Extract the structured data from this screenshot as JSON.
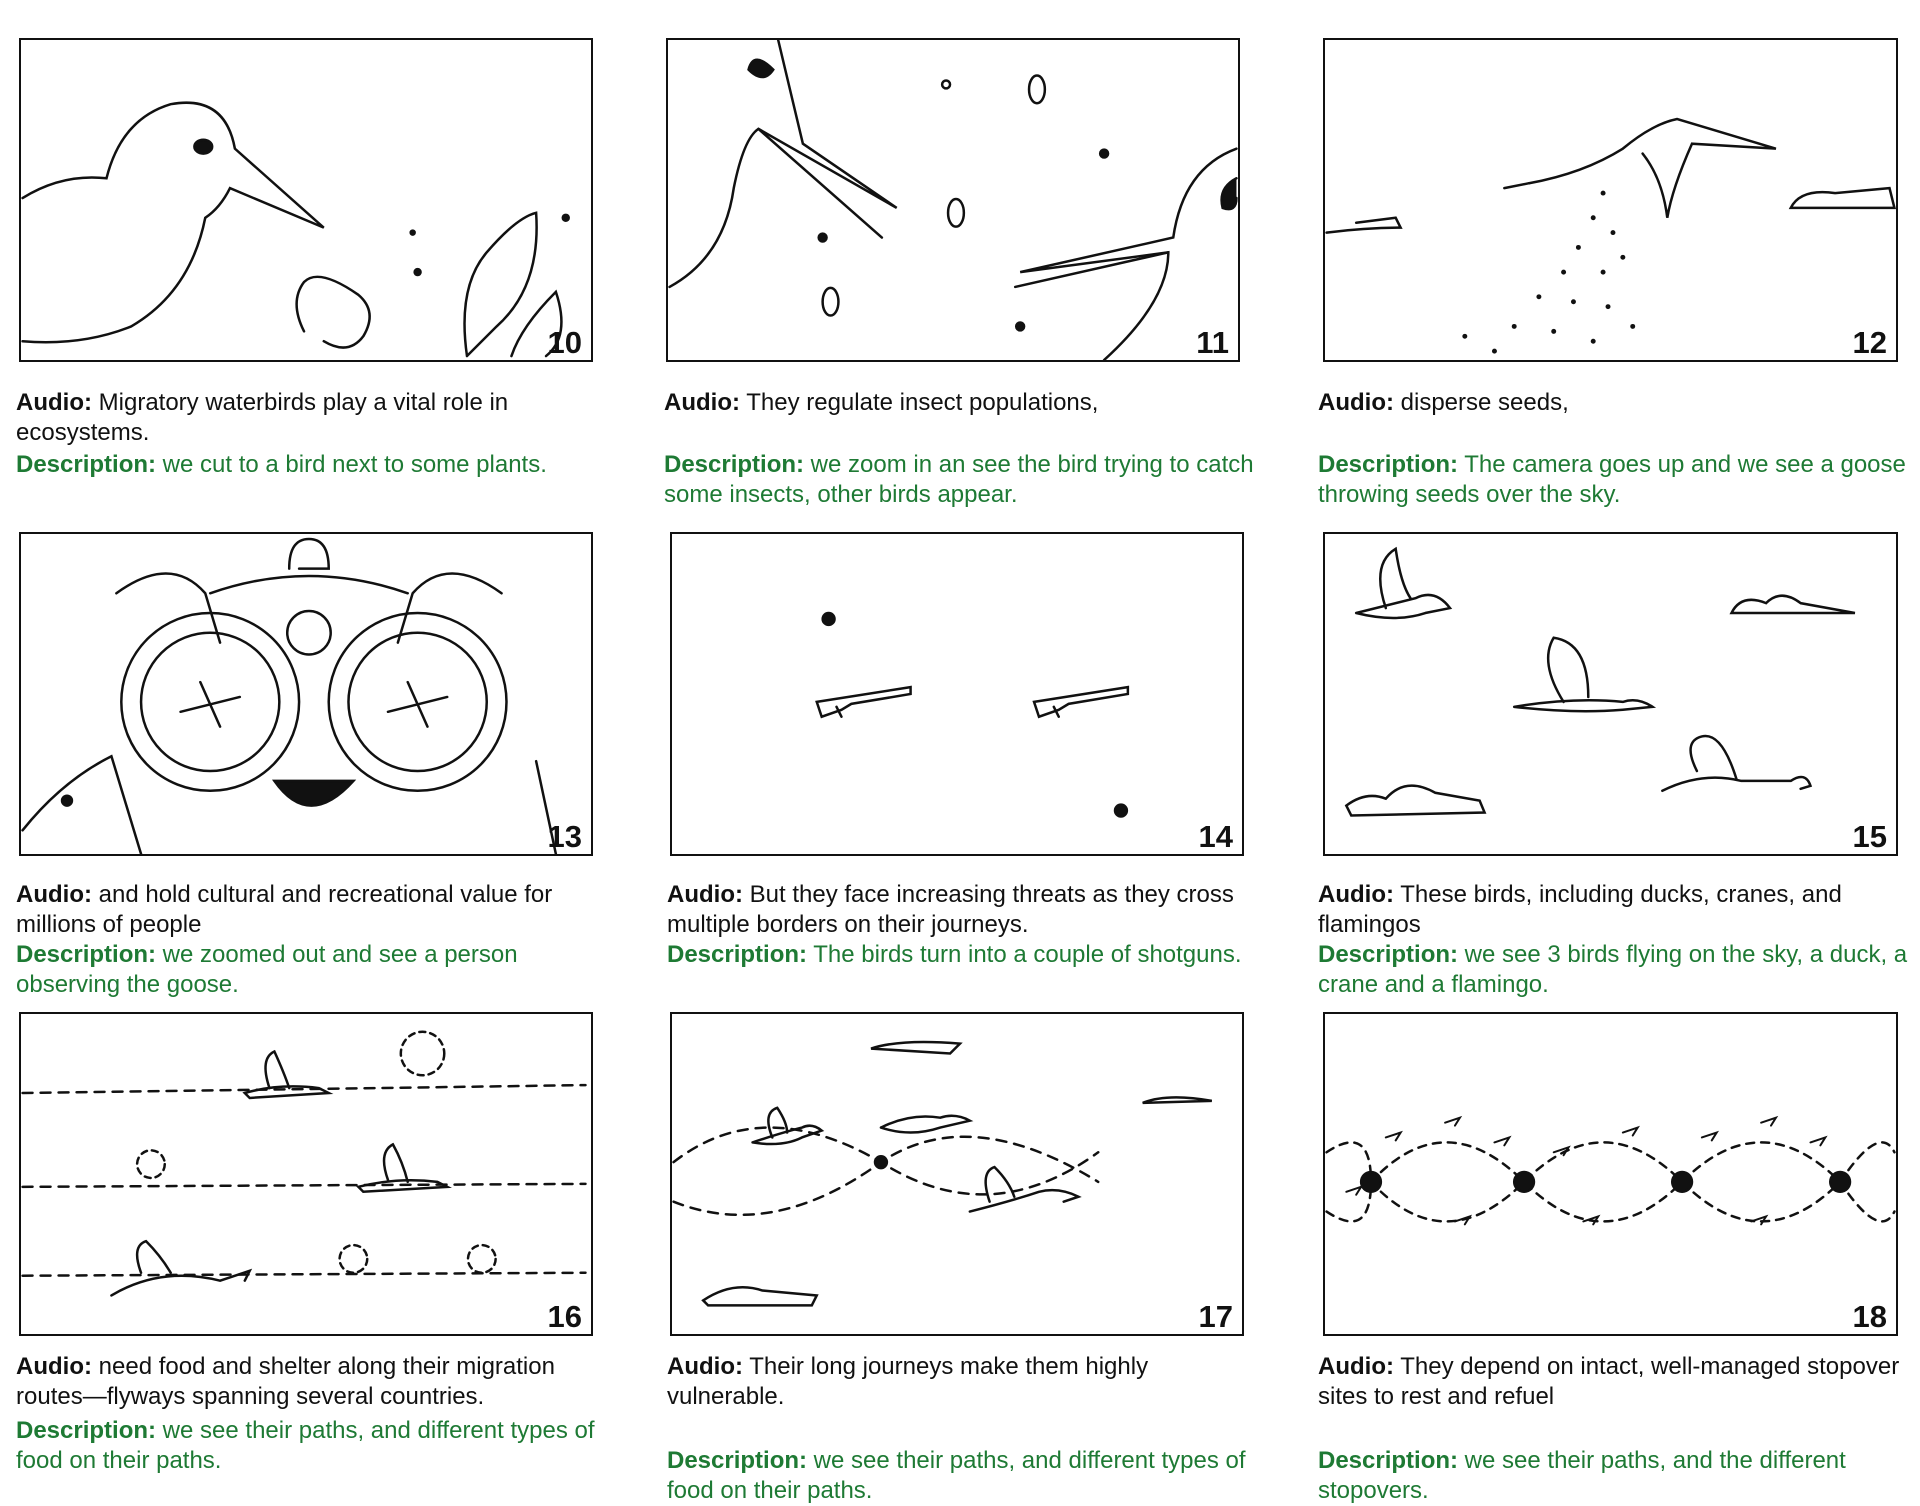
{
  "panels": [
    {
      "number": "10",
      "audio_label": "Audio:",
      "audio": " Migratory waterbirds play a vital role in ecosystems.",
      "desc_label": "Description:",
      "desc": " we cut to a bird next to some plants."
    },
    {
      "number": "11",
      "audio_label": "Audio:",
      "audio": "  They regulate insect populations,",
      "desc_label": "Description:",
      "desc": " we zoom in an see the bird trying to catch some insects, other birds appear."
    },
    {
      "number": "12",
      "audio_label": "Audio:",
      "audio": " disperse seeds,",
      "desc_label": "Description:",
      "desc": " The camera goes up and we see a goose throwing seeds over the sky."
    },
    {
      "number": "13",
      "audio_label": "Audio:",
      "audio": " and hold cultural and recreational value for millions of people",
      "desc_label": "Description:",
      "desc": " we zoomed out and see a person observing the goose."
    },
    {
      "number": "14",
      "audio_label": "Audio:",
      "audio": " But they face increasing threats as they cross multiple borders on their journeys.",
      "desc_label": "Description:",
      "desc": " The birds turn into a couple of shotguns."
    },
    {
      "number": "15",
      "audio_label": "Audio:",
      "audio": " These birds, including ducks, cranes, and flamingos",
      "desc_label": "Description:",
      "desc": " we see 3 birds flying on the sky, a duck, a crane and a flamingo."
    },
    {
      "number": "16",
      "audio_label": "Audio:",
      "audio": " need food and shelter along their migration routes—flyways spanning several countries.",
      "desc_label": "Description:",
      "desc": " we see their paths, and different types of food on their paths."
    },
    {
      "number": "17",
      "audio_label": "Audio:",
      "audio": " Their long journeys make them highly vulnerable.",
      "desc_label": "Description:",
      "desc": " we see their paths, and different types of food on their paths."
    },
    {
      "number": "18",
      "audio_label": "Audio:",
      "audio": " They depend on intact, well-managed stopover sites to rest and refuel",
      "desc_label": "Description:",
      "desc": " we see their paths, and the different stopovers."
    }
  ],
  "colors": {
    "audio_text": "#111111",
    "description_text": "#1e7a34",
    "frame": "#111111"
  }
}
